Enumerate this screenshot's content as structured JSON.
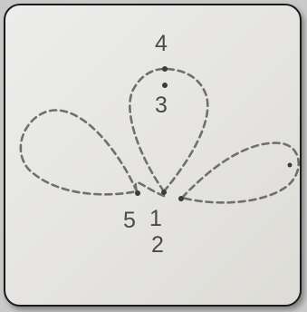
{
  "diagram": {
    "labels": {
      "four": "4",
      "three": "3",
      "five": "5",
      "one": "1",
      "two": "2"
    },
    "colors": {
      "stroke": "#6f6f6f",
      "text": "#4a4a4a",
      "dot": "#3a3a3a",
      "card": "#e8e7e3",
      "border": "#1a1a1a"
    }
  }
}
